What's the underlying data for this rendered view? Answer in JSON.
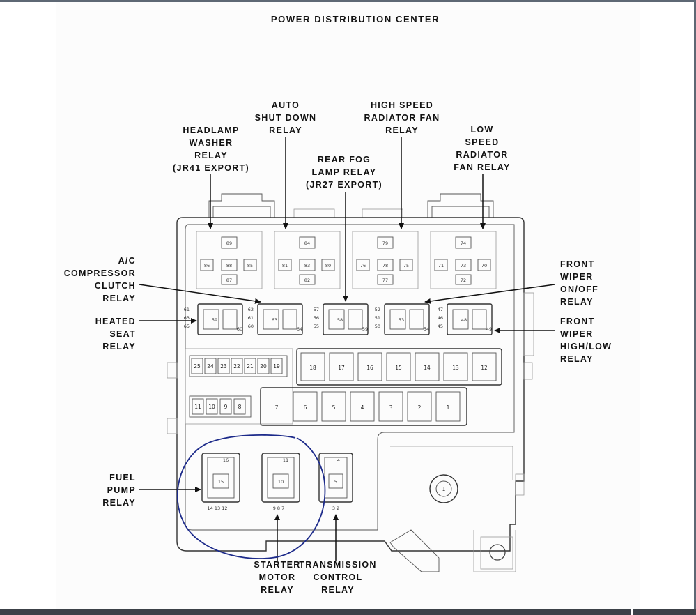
{
  "title": "POWER DISTRIBUTION CENTER",
  "labels": {
    "headlamp_washer": [
      "HEADLAMP",
      "WASHER",
      "RELAY",
      "(JR41 EXPORT)"
    ],
    "auto_shut_down": [
      "AUTO",
      "SHUT DOWN",
      "RELAY"
    ],
    "high_speed_fan": [
      "HIGH SPEED",
      "RADIATOR FAN",
      "RELAY"
    ],
    "rear_fog": [
      "REAR FOG",
      "LAMP RELAY",
      "(JR27 EXPORT)"
    ],
    "low_speed_fan": [
      "LOW",
      "SPEED",
      "RADIATOR",
      "FAN RELAY"
    ],
    "ac_compressor": [
      "A/C",
      "COMPRESSOR",
      "CLUTCH",
      "RELAY"
    ],
    "heated_seat": [
      "HEATED",
      "SEAT",
      "RELAY"
    ],
    "front_wiper_onoff": [
      "FRONT",
      "WIPER",
      "ON/OFF",
      "RELAY"
    ],
    "front_wiper_hilo": [
      "FRONT",
      "WIPER",
      "HIGH/LOW",
      "RELAY"
    ],
    "fuel_pump": [
      "FUEL",
      "PUMP",
      "RELAY"
    ],
    "starter_motor": [
      "STARTER",
      "MOTOR",
      "RELAY"
    ],
    "transmission_control": [
      "TRANSMISSION",
      "CONTROL",
      "RELAY"
    ]
  },
  "top_relays": [
    {
      "pins": [
        "89",
        "86",
        "88",
        "85",
        "87"
      ]
    },
    {
      "pins": [
        "84",
        "81",
        "83",
        "80",
        "82"
      ]
    },
    {
      "pins": [
        "79",
        "76",
        "78",
        "75",
        "77"
      ]
    },
    {
      "pins": [
        "74",
        "71",
        "73",
        "70",
        "72"
      ]
    }
  ],
  "mid_relays": [
    {
      "left_pins": [
        "61",
        "63",
        "65"
      ],
      "inner": "59",
      "right": "60"
    },
    {
      "left_pins": [
        "62",
        "61",
        "60"
      ],
      "inner": "63",
      "right": "64"
    },
    {
      "left_pins": [
        "57",
        "56",
        "55"
      ],
      "inner": "58",
      "right": "59"
    },
    {
      "left_pins": [
        "52",
        "51",
        "50"
      ],
      "inner": "53",
      "right": "54"
    },
    {
      "left_pins": [
        "47",
        "46",
        "45"
      ],
      "inner": "48",
      "right": "49"
    }
  ],
  "mini_fuses_top": [
    "25",
    "24",
    "23",
    "22",
    "21",
    "20",
    "19"
  ],
  "mini_fuses_bottom": [
    "11",
    "10",
    "9",
    "8"
  ],
  "cart_fuses_top": [
    "18",
    "17",
    "16",
    "15",
    "14",
    "13",
    "12"
  ],
  "cart_fuses_bottom": [
    "7",
    "6",
    "5",
    "4",
    "3",
    "2",
    "1"
  ],
  "bottom_relays": [
    {
      "top": "16",
      "mid": "15",
      "pins": "14 13 12"
    },
    {
      "top": "11",
      "mid": "10",
      "pins": "9 8 7"
    },
    {
      "top": "4",
      "mid": "5",
      "pins": "3 2"
    }
  ],
  "connector_number": "1",
  "highlight_color": "#1c2a8a"
}
